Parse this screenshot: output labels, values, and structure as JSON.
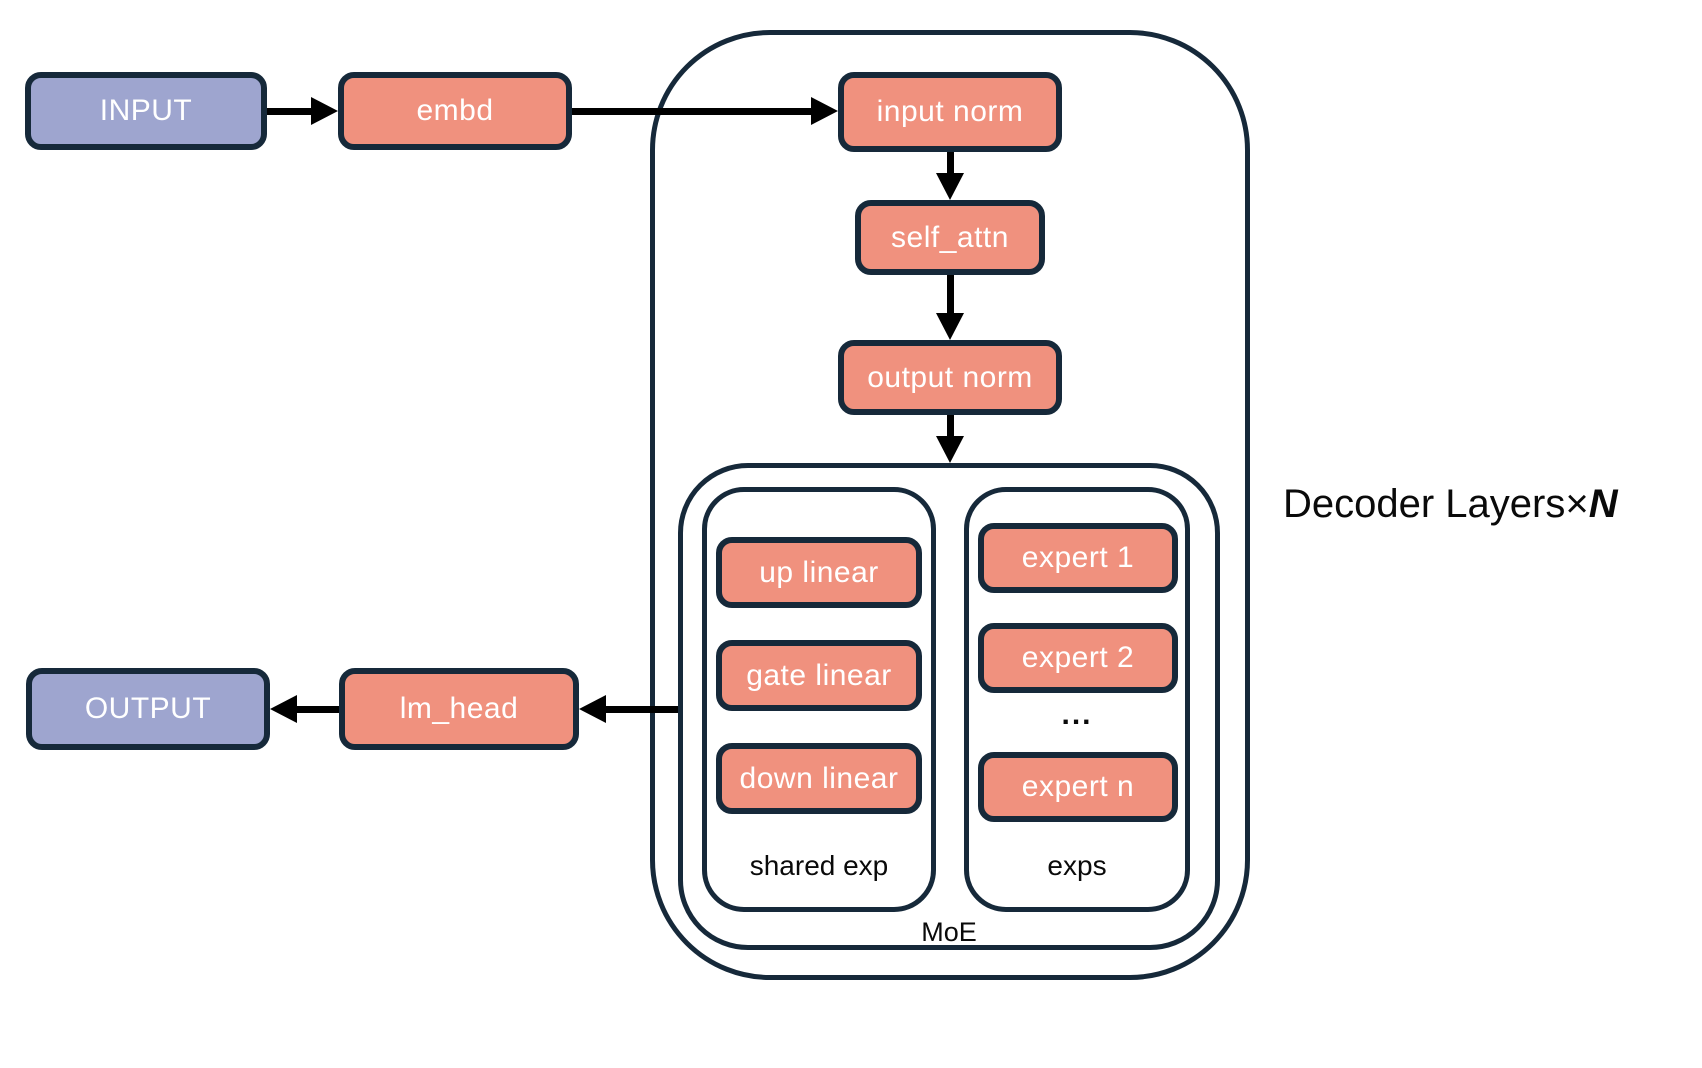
{
  "nodes": {
    "input": "INPUT",
    "embd": "embd",
    "input_norm": "input norm",
    "self_attn": "self_attn",
    "output_norm": "output norm",
    "up_linear": "up linear",
    "gate_linear": "gate linear",
    "down_linear": "down linear",
    "expert_1": "expert 1",
    "expert_2": "expert 2",
    "experts_ellipsis": "...",
    "expert_n": "expert n",
    "lm_head": "lm_head",
    "output": "OUTPUT"
  },
  "section_labels": {
    "shared_exp": "shared exp",
    "exps": "exps",
    "moe": "MoE"
  },
  "annotation": {
    "decoder_layers_prefix": "Decoder Layers×",
    "decoder_layers_n": "N"
  },
  "colors": {
    "io_fill": "#9ea5cf",
    "module_fill": "#f0917e",
    "border": "#16293a",
    "arrow": "#000000",
    "label": "#0a0a0a"
  }
}
